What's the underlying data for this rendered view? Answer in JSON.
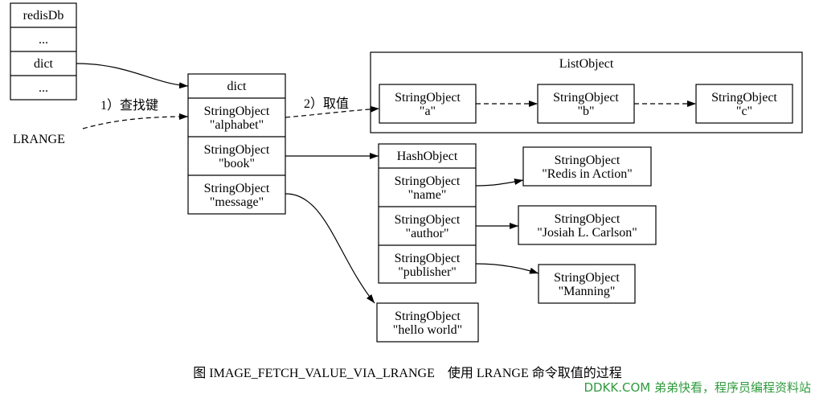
{
  "redisdb": {
    "rows": [
      "redisDb",
      "...",
      "dict",
      "..."
    ]
  },
  "command": "LRANGE",
  "edge_labels": {
    "lookup_key": "1）查找键",
    "fetch_value": "2）取值"
  },
  "dict": {
    "header": "dict",
    "entries": [
      {
        "type": "StringObject",
        "value": "\"alphabet\""
      },
      {
        "type": "StringObject",
        "value": "\"book\""
      },
      {
        "type": "StringObject",
        "value": "\"message\""
      }
    ]
  },
  "list_object": {
    "label": "ListObject",
    "items": [
      {
        "type": "StringObject",
        "value": "\"a\""
      },
      {
        "type": "StringObject",
        "value": "\"b\""
      },
      {
        "type": "StringObject",
        "value": "\"c\""
      }
    ]
  },
  "hash_object": {
    "header": "HashObject",
    "fields": [
      {
        "type": "StringObject",
        "value": "\"name\""
      },
      {
        "type": "StringObject",
        "value": "\"author\""
      },
      {
        "type": "StringObject",
        "value": "\"publisher\""
      }
    ],
    "values": [
      {
        "type": "StringObject",
        "value": "\"Redis in Action\""
      },
      {
        "type": "StringObject",
        "value": "\"Josiah L. Carlson\""
      },
      {
        "type": "StringObject",
        "value": "\"Manning\""
      }
    ]
  },
  "message_value": {
    "type": "StringObject",
    "value": "\"hello world\""
  },
  "caption": "图 IMAGE_FETCH_VALUE_VIA_LRANGE　使用 LRANGE 命令取值的过程",
  "watermark": "DDKK.COM 弟弟快看，程序员编程资料站",
  "colors": {
    "stroke": "#000000",
    "background": "#ffffff",
    "watermark": "#2e9b3c"
  }
}
